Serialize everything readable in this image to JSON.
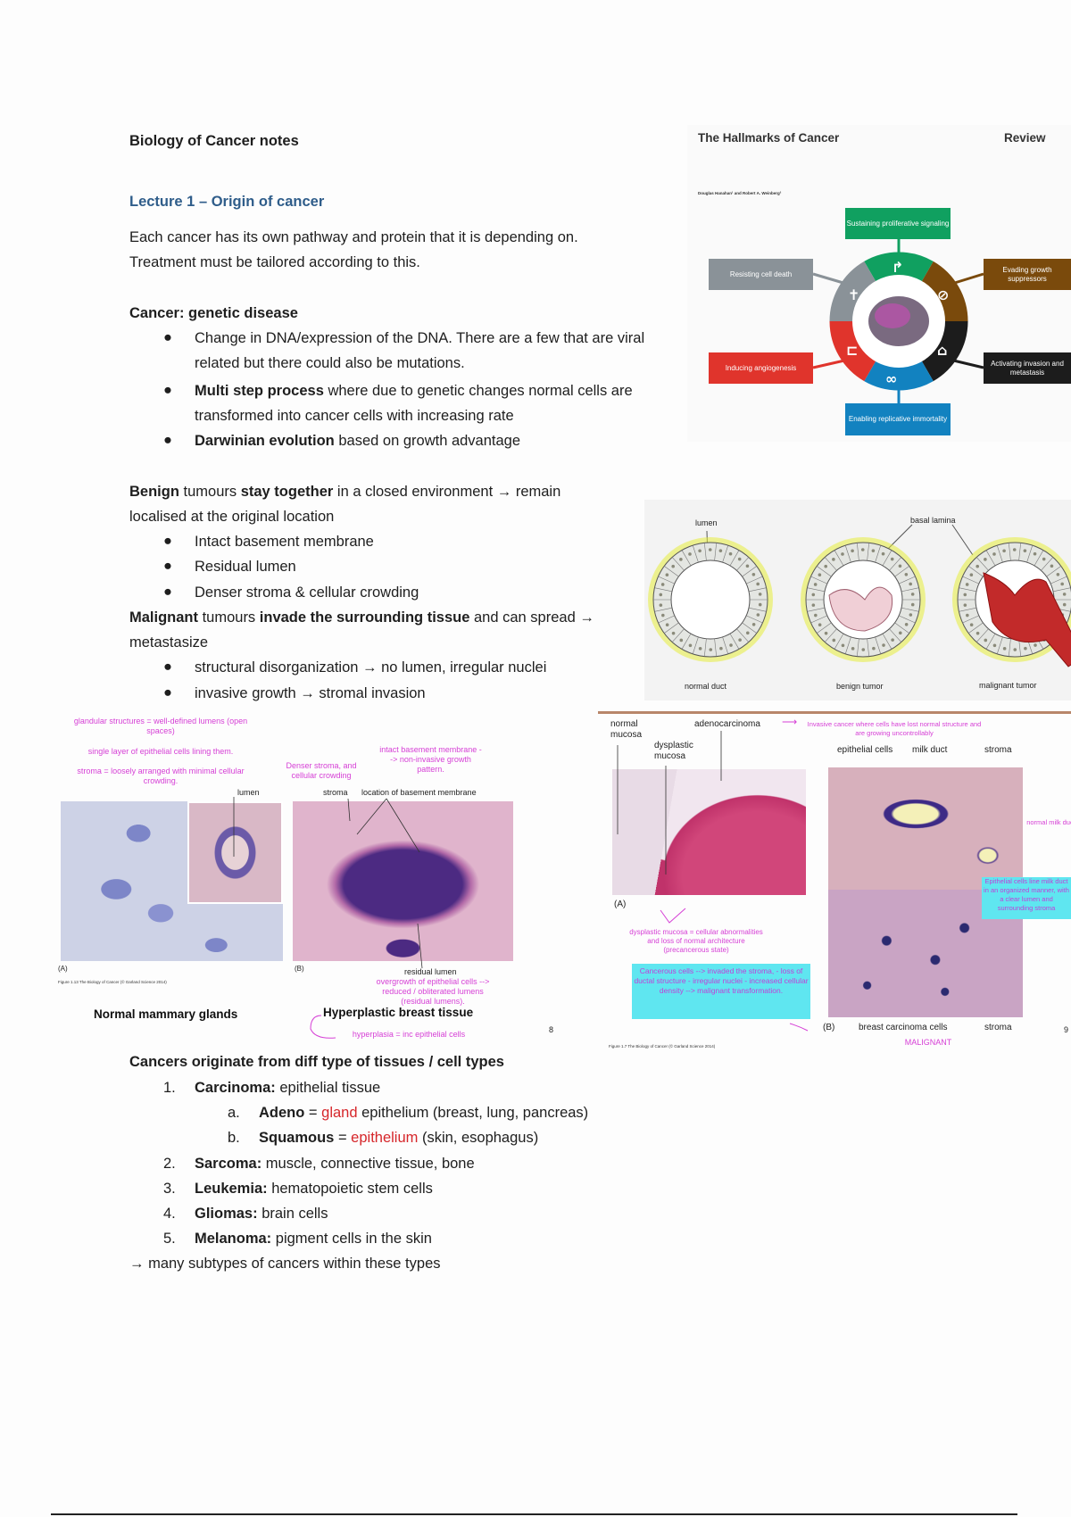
{
  "notes": {
    "title": "Biology of Cancer notes",
    "lecture_heading": "Lecture 1 – Origin of cancer",
    "intro_lines": [
      "Each cancer has its own pathway and protein that it is depending on.",
      "Treatment must be tailored according to this."
    ],
    "genetic": {
      "heading": "Cancer: genetic disease",
      "b1_l1": "Change in DNA/expression of the DNA. There are a few that are viral",
      "b1_l2": "related but there could also be mutations.",
      "b2_bold": "Multi step process",
      "b2_rest": " where due to genetic changes normal cells are",
      "b2_l2": "transformed into cancer cells with increasing rate",
      "b3_bold": "Darwinian evolution",
      "b3_rest": " based on growth advantage"
    },
    "benign": {
      "w1": "Benign",
      "w2": " tumours ",
      "w3": "stay together",
      "w4": " in a closed environment → remain",
      "l2": "localised at the original location",
      "bullets": [
        "Intact basement membrane",
        "Residual lumen",
        "Denser stroma & cellular crowding"
      ]
    },
    "malignant": {
      "w1": "Malignant",
      "w2": " tumours ",
      "w3": "invade the surrounding tissue",
      "w4": " and can spread →",
      "l2": "metastasize",
      "bullets": [
        "structural disorganization → no lumen, irregular nuclei",
        "invasive growth → stromal invasion"
      ]
    },
    "origins": {
      "heading": "Cancers originate from diff type of tissues / cell types",
      "items": [
        {
          "num": "1.",
          "bold": "Carcinoma:",
          "rest": " epithelial tissue"
        },
        {
          "num": "2.",
          "bold": "Sarcoma:",
          "rest": " muscle, connective tissue, bone"
        },
        {
          "num": "3.",
          "bold": "Leukemia:",
          "rest": " hematopoietic stem cells"
        },
        {
          "num": "4.",
          "bold": "Gliomas:",
          "rest": " brain cells"
        },
        {
          "num": "5.",
          "bold": "Melanoma:",
          "rest": " pigment cells in the skin"
        }
      ],
      "sub": [
        {
          "letter": "a.",
          "bold": "Adeno",
          "eq": " = ",
          "red": "gland",
          "rest": " epithelium (breast, lung, pancreas)"
        },
        {
          "letter": "b.",
          "bold": "Squamous",
          "eq": " = ",
          "red": "epithelium",
          "rest": " (skin, esophagus)"
        }
      ],
      "footer": "→ many subtypes of cancers within these types"
    }
  },
  "hallmarks": {
    "title": "The Hallmarks of Cancer",
    "tag": "Review",
    "authors": "Douglas Hanahan¹ and Robert A. Weinberg²",
    "boxes": {
      "top": "Sustaining proliferative signaling",
      "left_top": "Resisting cell death",
      "right_top": "Evading growth suppressors",
      "left_bottom": "Inducing angiogenesis",
      "right_bottom": "Activating invasion and metastasis",
      "bottom": "Enabling replicative immortality"
    },
    "colors": {
      "green": "#10a060",
      "grey": "#8a9298",
      "brown": "#7a4a0c",
      "red": "#e0342c",
      "black": "#1c1c1c",
      "blue": "#1282c0"
    }
  },
  "ducts": {
    "lumen": "lumen",
    "basal_lamina": "basal lamina",
    "captions": [
      "normal duct",
      "benign tumor",
      "malignant tumor"
    ]
  },
  "slide8": {
    "note1": "glandular structures = well-defined lumens (open spaces)",
    "note2": "single layer of epithelial cells lining them.",
    "note3": "stroma = loosely arranged with minimal cellular crowding.",
    "lumen": "lumen",
    "note_denser": "Denser stroma, and cellular crowding",
    "note_intact": "intact basement membrane --> non-invasive growth pattern.",
    "stroma": "stroma",
    "basement": "location of basement membrane",
    "a": "(A)",
    "b": "(B)",
    "residual": "residual lumen",
    "note_overgrowth": "overgrowth of epithelial cells --> reduced / obliterated lumens (residual lumens).",
    "caption": "Figure 1.13 The Biology of Cancer (© Garland Science 2014)",
    "title_a": "Normal mammary glands",
    "title_b": "Hyperplastic breast tissue",
    "note_hyper": "hyperplasia = inc epithelial cells",
    "page": "8"
  },
  "slide9": {
    "normal_mucosa": "normal mucosa",
    "adenocarcinoma": "adenocarcinoma",
    "note_invasive": "Invasive cancer where cells have lost normal structure and are growing uncontrollably",
    "dysplastic": "dysplastic mucosa",
    "a": "(A)",
    "note_dysplastic": "dysplastic mucosa = cellular abnormalities and loss of normal architecture (precancerous state)",
    "note_cancerous": "Cancerous cells --> invaded the stroma, - loss of ductal structure - irregular nuclei - increased cellular density --> malignant transformation.",
    "epithelial": "epithelial cells",
    "milk_duct": "milk duct",
    "stroma": "stroma",
    "note_normal_duct": "normal milk duct",
    "note_epithelial": "Epithelial cells line milk duct in an organized manner, with a clear lumen and surrounding stroma",
    "b": "(B)",
    "carcinoma": "breast carcinoma cells",
    "stroma2": "stroma",
    "malignant": "MALIGNANT",
    "caption": "Figure 1.7 The Biology of Cancer (© Garland Science 2014)",
    "page": "9"
  }
}
